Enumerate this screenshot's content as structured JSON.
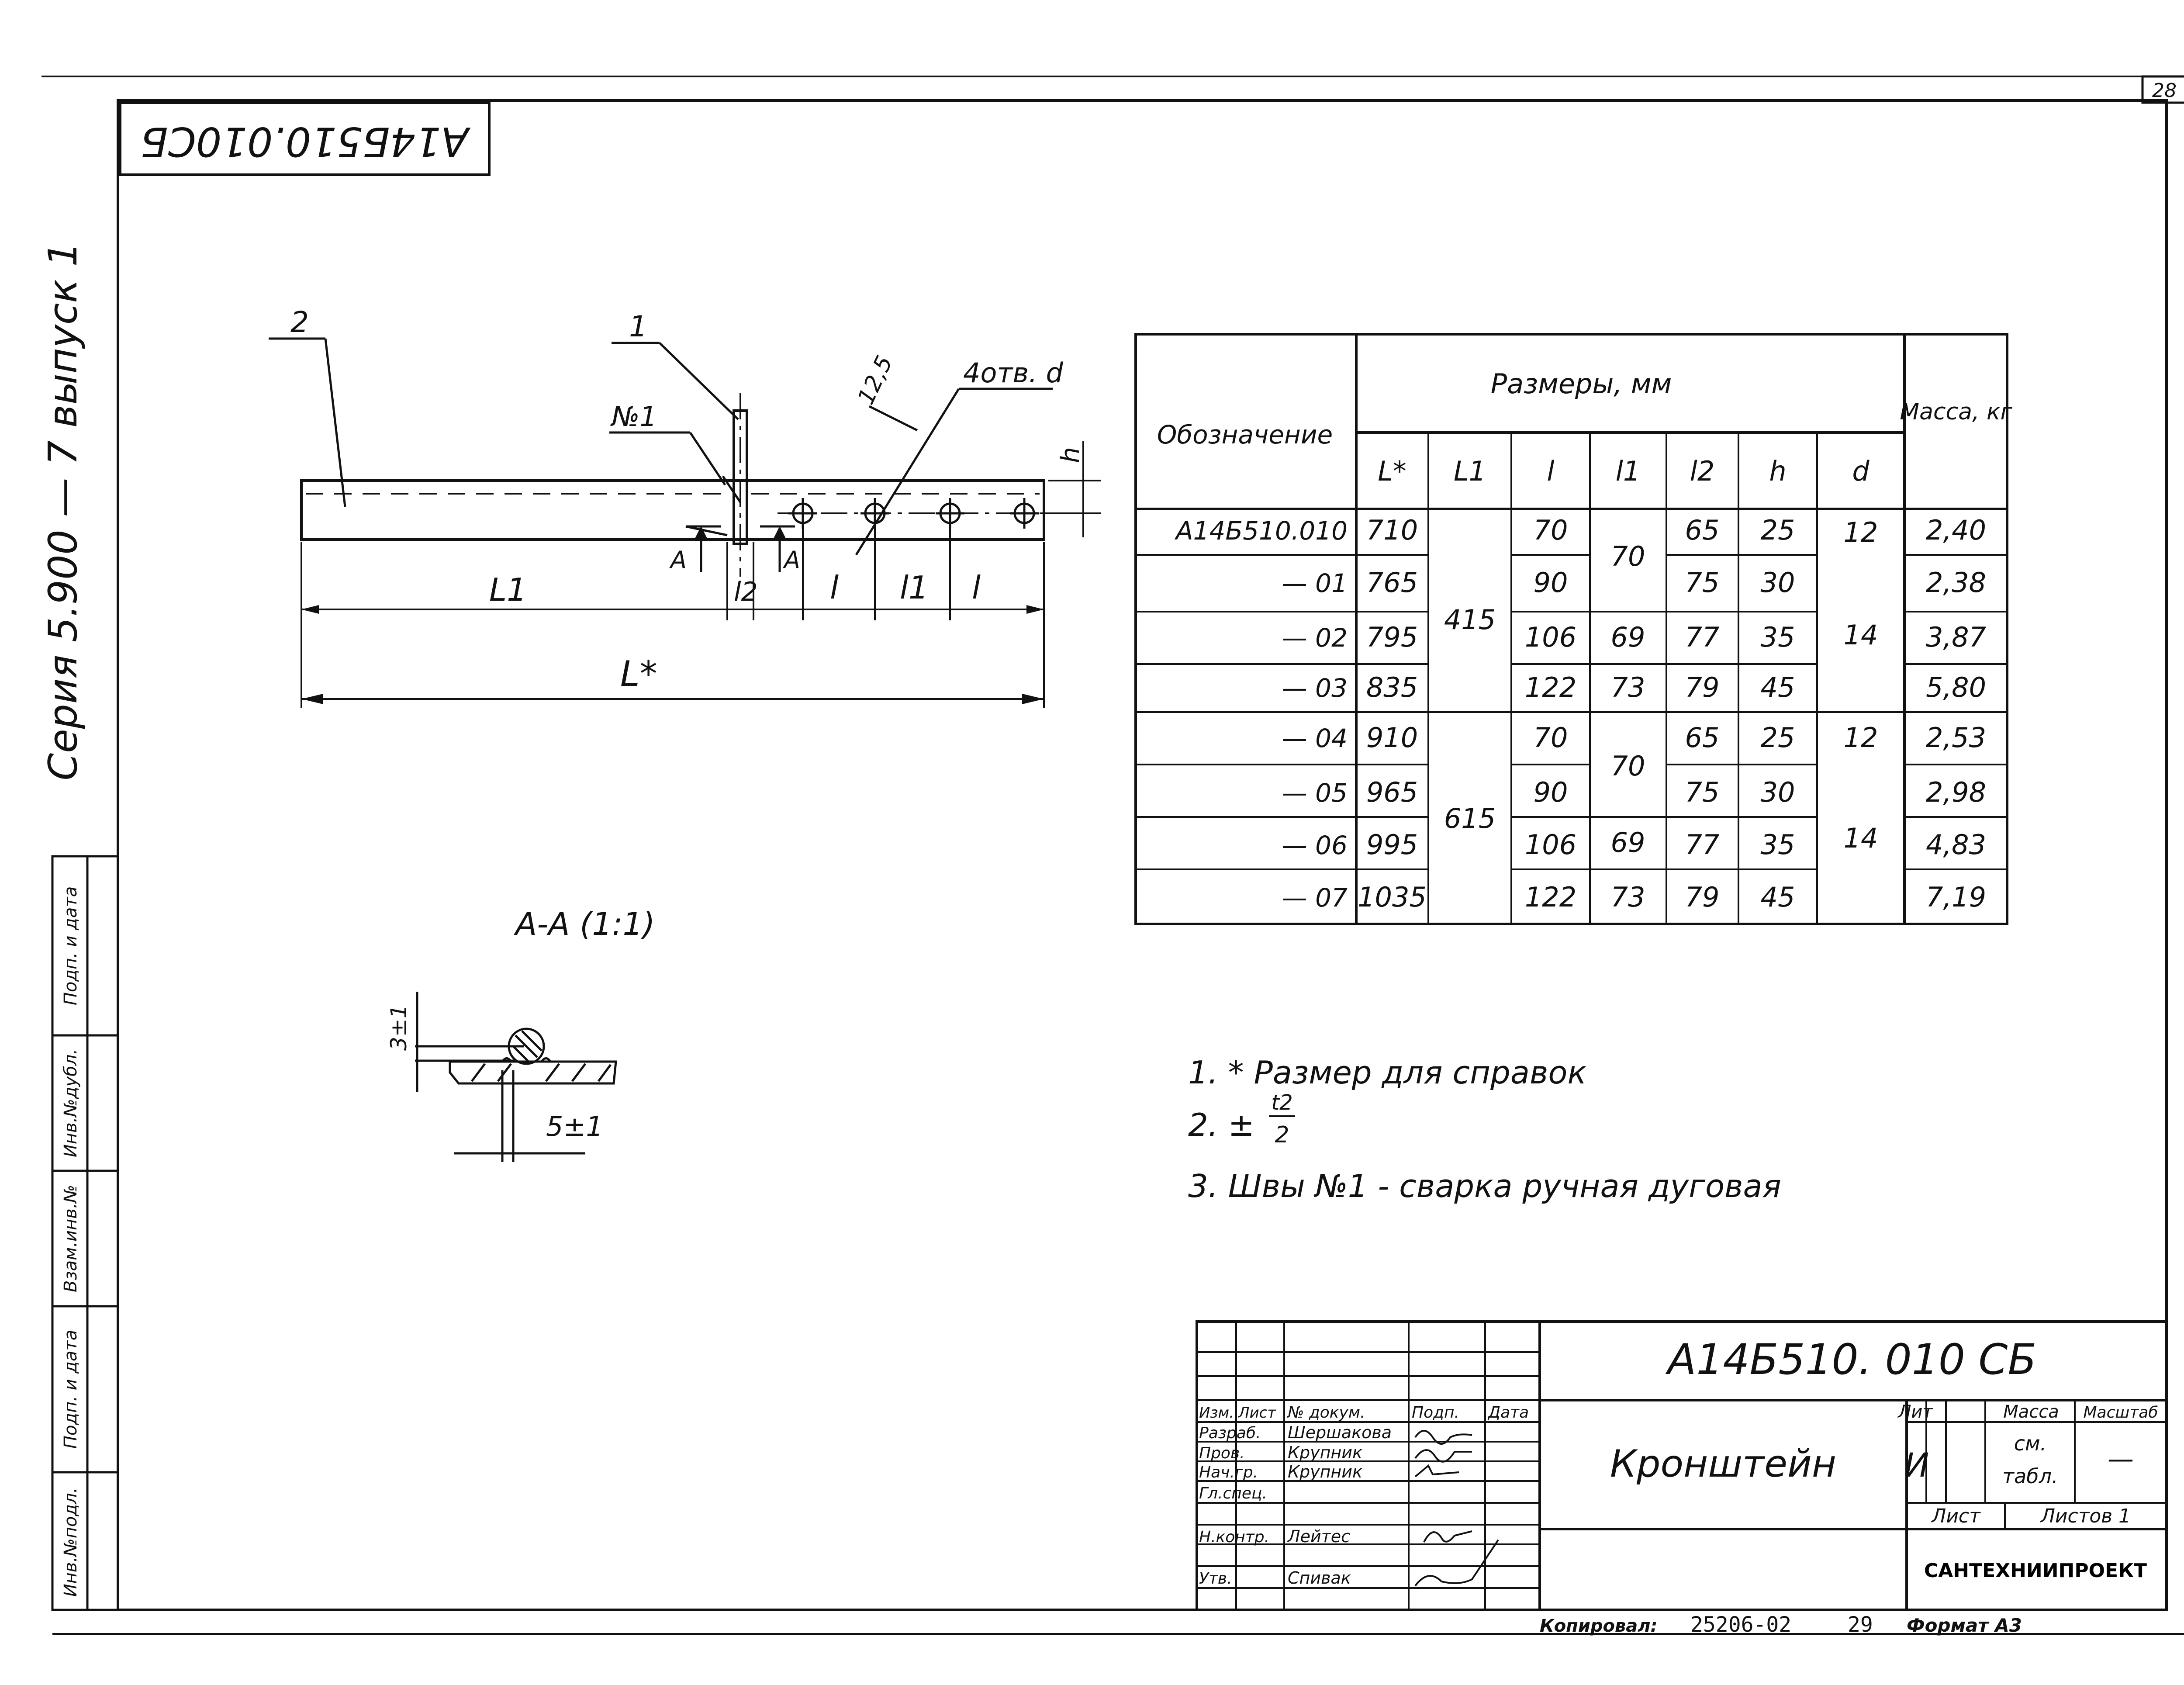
{
  "sheet": {
    "page_number": "28",
    "top_stamp": "А14Б510.010СБ",
    "side_label": "Серия 5.900 — 7 выпуск 1",
    "side_stamp_cells": [
      "Инв.№подл.",
      "Подп. и дата",
      "Взам.инв.№",
      "Инв.№дубл.",
      "Подп. и дата"
    ]
  },
  "drawing": {
    "callout_2": "2",
    "callout_1": "1",
    "weld_note": "№1",
    "holes_note": "4отв. d",
    "roughness": "12,5",
    "dim_h": "h",
    "dim_L1_left": "L1",
    "section_mark": "А",
    "dim_l2": "l2",
    "dim_l_a": "l",
    "dim_l1_mid": "l1",
    "dim_l_b": "l",
    "dim_L_total": "L*",
    "section_title": "А-А (1:1)",
    "section_dim_v": "3±1",
    "section_dim_h": "5±1"
  },
  "table": {
    "col_designation": "Обозначение",
    "group_dimensions": "Размеры, мм",
    "col_mass": "Масса, кг",
    "sub_headers": [
      "L*",
      "L1",
      "l",
      "l1",
      "l2",
      "h",
      "d"
    ],
    "rows": [
      {
        "designation": "А14Б510.010",
        "L": "710",
        "l": "70",
        "l2": "65",
        "h": "25",
        "mass": "2,40"
      },
      {
        "designation": "— 01",
        "L": "765",
        "l": "90",
        "l2": "75",
        "h": "30",
        "mass": "2,38"
      },
      {
        "designation": "— 02",
        "L": "795",
        "l": "106",
        "l2": "77",
        "h": "35",
        "mass": "3,87"
      },
      {
        "designation": "— 03",
        "L": "835",
        "l": "122",
        "l2": "79",
        "h": "45",
        "mass": "5,80"
      },
      {
        "designation": "— 04",
        "L": "910",
        "l": "70",
        "l2": "65",
        "h": "25",
        "mass": "2,53"
      },
      {
        "designation": "— 05",
        "L": "965",
        "l": "90",
        "l2": "75",
        "h": "30",
        "mass": "2,98"
      },
      {
        "designation": "— 06",
        "L": "995",
        "l": "106",
        "l2": "77",
        "h": "35",
        "mass": "4,83"
      },
      {
        "designation": "— 07",
        "L": "1035",
        "l": "122",
        "l2": "79",
        "h": "45",
        "mass": "7,19"
      }
    ],
    "L1_groups": [
      "415",
      "615"
    ],
    "l1_values": [
      "70",
      "69",
      "73",
      "70",
      "69",
      "73"
    ],
    "d_values": [
      "12",
      "14",
      "12",
      "14"
    ]
  },
  "notes": {
    "n1": "1. * Размер для справок",
    "n2_prefix": "2. ±",
    "n2_num": "t2",
    "n2_den": "2",
    "n3": "3. Швы №1 - сварка ручная дуговая"
  },
  "title_block": {
    "code": "А14Б510. 010 СБ",
    "name": "Кронштейн",
    "hdr_izm": "Изм.",
    "hdr_list": "Лист",
    "hdr_doc": "№ докум.",
    "hdr_sign": "Подп.",
    "hdr_date": "Дата",
    "roles": [
      "Разраб.",
      "Пров.",
      "Нач.гр.",
      "Гл.спец.",
      "Н.контр.",
      "Утв."
    ],
    "people": [
      "Шершакова",
      "Крупник",
      "Крупник",
      "",
      "Лейтес",
      "Спивак"
    ],
    "lit_label": "Лит",
    "mass_label": "Масса",
    "scale_label": "Масштаб",
    "lit_value": "И",
    "mass_value_1": "см.",
    "mass_value_2": "табл.",
    "scale_value": "—",
    "sheet_label": "Лист",
    "sheets_label": "Листов 1",
    "organization": "САНТЕХНИИПРОЕКТ"
  },
  "footer": {
    "copied_label": "Копировал:",
    "copied_value": "25206-02",
    "copied_page": "29",
    "format_label": "Формат А3"
  }
}
